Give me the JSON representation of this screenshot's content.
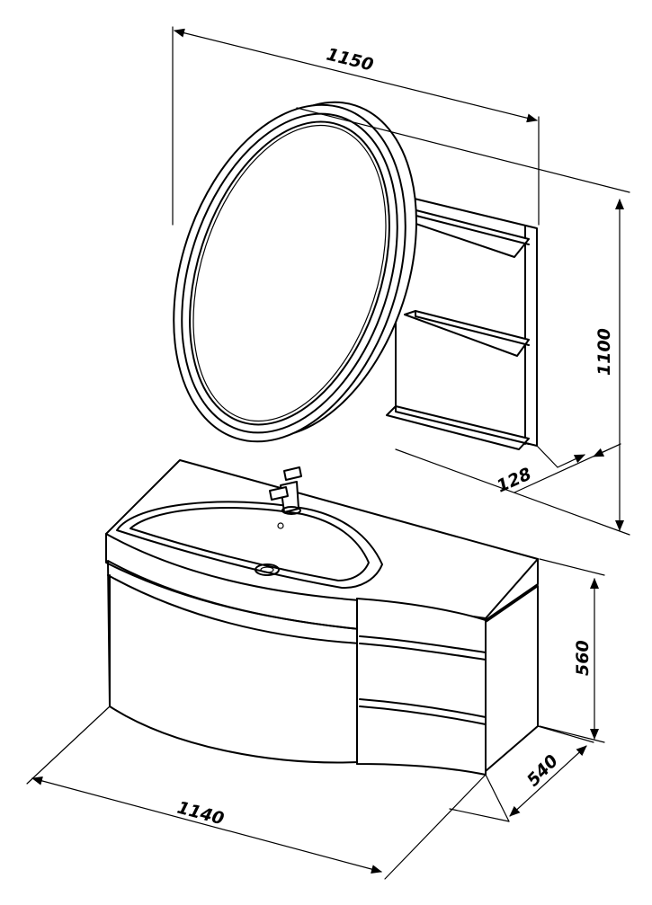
{
  "dimensions": {
    "mirror_width": "1150",
    "mirror_height": "1100",
    "mirror_depth": "128",
    "cabinet_height": "560",
    "cabinet_depth": "540",
    "cabinet_width": "1140"
  }
}
